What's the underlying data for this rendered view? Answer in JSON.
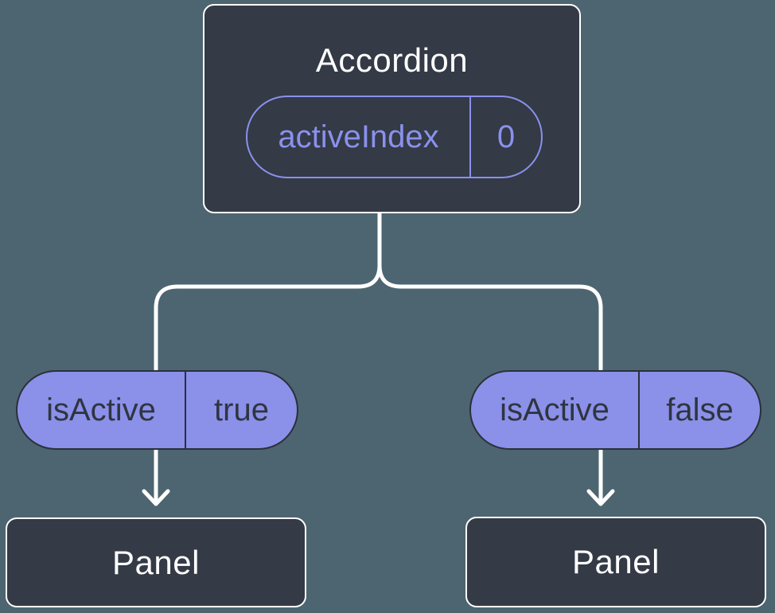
{
  "colors": {
    "background": "#4d6570",
    "node_fill": "#343a46",
    "node_border": "#ffffff",
    "accent_purple": "#8a91ec",
    "pill_solid_fill": "#8b90e9",
    "pill_dark_text": "#2f3540",
    "connector": "#ffffff"
  },
  "tree": {
    "root": {
      "title": "Accordion",
      "prop": {
        "name": "activeIndex",
        "value": "0"
      }
    },
    "children": [
      {
        "prop": {
          "name": "isActive",
          "value": "true"
        },
        "child_title": "Panel"
      },
      {
        "prop": {
          "name": "isActive",
          "value": "false"
        },
        "child_title": "Panel"
      }
    ]
  }
}
